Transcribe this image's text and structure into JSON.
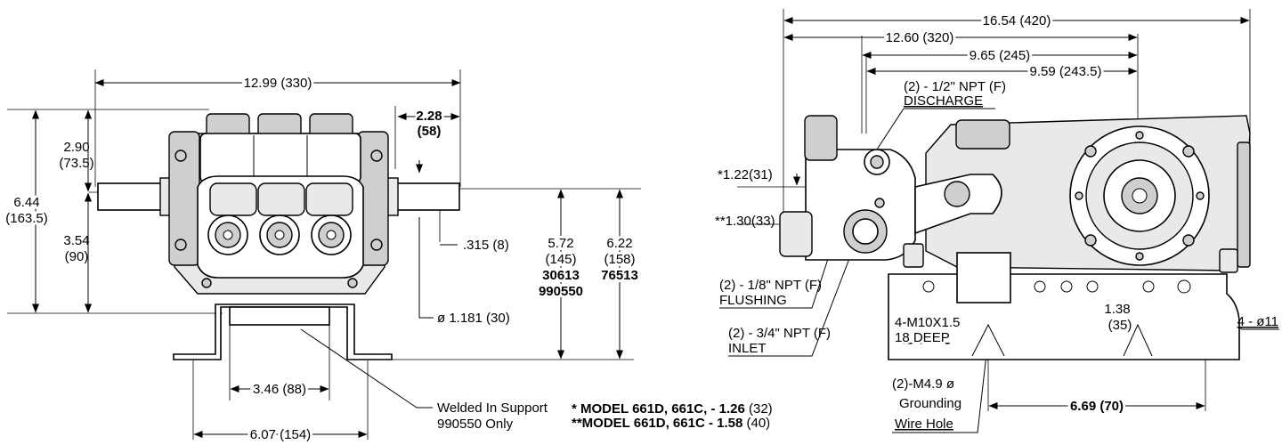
{
  "front_view": {
    "overall_width": "12.99 (330)",
    "shaft_offset": "2.28",
    "shaft_offset_mm": "(58)",
    "upper_height": "2.90",
    "upper_height_mm": "(73.5)",
    "overall_height": "6.44",
    "overall_height_mm": "(163.5)",
    "lower_height": "3.54",
    "lower_height_mm": "(90)",
    "keyway": ".315 (8)",
    "shaft_diameter": "ø 1.181 (30)",
    "height_a": "5.72",
    "height_a_mm": "(145)",
    "height_a_model_1": "30613",
    "height_a_model_2": "990550",
    "height_b": "6.22",
    "height_b_mm": "(158)",
    "height_b_model": "76513",
    "support_inner_width": "3.46 (88)",
    "support_outer_width": "6.07 (154)",
    "support_note_line1": "Welded In Support",
    "support_note_line2": "990550 Only"
  },
  "model_notes": {
    "note1_prefix": "* MODEL 661D, 661C, - 1.26",
    "note1_suffix": " (32)",
    "note2_prefix": "**MODEL 661D, 661C - 1.58",
    "note2_suffix": " (40)"
  },
  "side_view": {
    "overall_length": "16.54 (420)",
    "length_2": "12.60 (320)",
    "length_3": "9.65 (245)",
    "length_4": "9.59 (243.5)",
    "discharge_size": "(2) - 1/2\" NPT (F)",
    "discharge_label": "DISCHARGE",
    "dim_star": "*1.22(31)",
    "dim_star2": "**1.30(33)",
    "flushing_size": "(2) - 1/8\" NPT (F)",
    "flushing_label": "FLUSHING",
    "inlet_size": "(2) - 3/4\" NPT (F)",
    "inlet_label": "INLET",
    "mount_thread": "4-M10X1.5",
    "mount_depth": "18 DEEP",
    "ground_line1": "(2)-M4.9 ø",
    "ground_line2": "Grounding",
    "ground_line3": "Wire Hole",
    "foot_height": "1.38",
    "foot_height_mm": "(35)",
    "hole_callout": "4 - ø11",
    "foot_spacing": "6.69 (70)"
  }
}
